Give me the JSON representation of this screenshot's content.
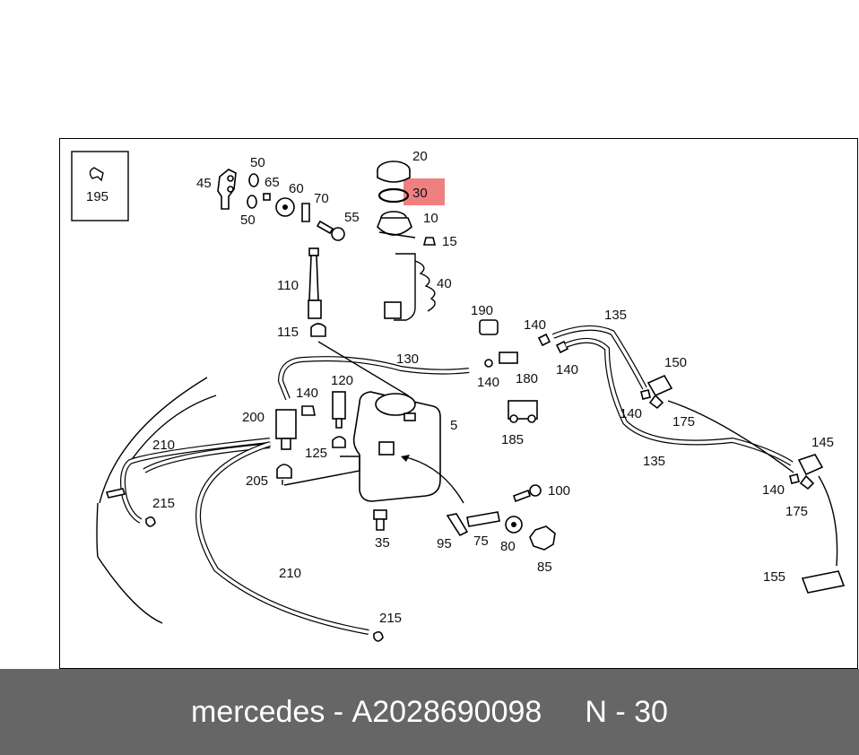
{
  "diagram": {
    "highlight_color": "#f08080",
    "highlighted_part": "30",
    "part_labels": {
      "p195": "195",
      "p45": "45",
      "p50a": "50",
      "p65": "65",
      "p60": "60",
      "p70": "70",
      "p50b": "50",
      "p55": "55",
      "p20": "20",
      "p30": "30",
      "p10": "10",
      "p15": "15",
      "p40": "40",
      "p110": "110",
      "p115": "115",
      "p190": "190",
      "p140a": "140",
      "p135a": "135",
      "p130": "130",
      "p140b": "140",
      "p150": "150",
      "p180": "180",
      "p140c": "140",
      "p120": "120",
      "p140d": "140",
      "p200": "200",
      "p5": "5",
      "p140e": "140",
      "p175a": "175",
      "p185": "185",
      "p210a": "210",
      "p125": "125",
      "p135b": "135",
      "p145": "145",
      "p205": "205",
      "p100": "100",
      "p215a": "215",
      "p140f": "140",
      "p175b": "175",
      "p35": "35",
      "p95": "95",
      "p75": "75",
      "p80": "80",
      "p85": "85",
      "p155": "155",
      "p210b": "210",
      "p215b": "215"
    }
  },
  "footer": {
    "brand": "mercedes",
    "separator1": "-",
    "part_number": "A2028690098",
    "position_prefix": "N",
    "separator2": "-",
    "position_number": "30"
  }
}
